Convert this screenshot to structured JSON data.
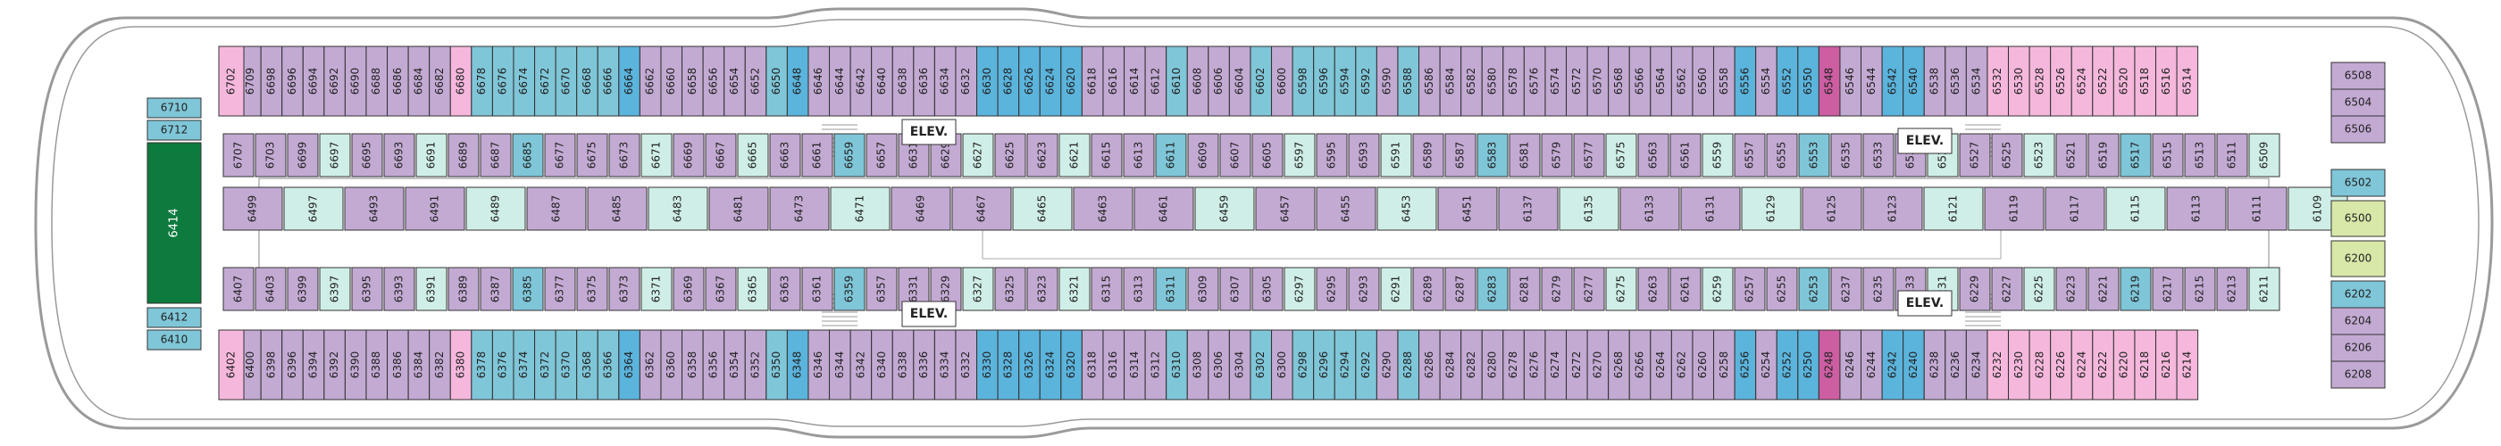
{
  "colors": {
    "pink": "#f5b8dc",
    "lavender": "#c3aad3",
    "lavender_light": "#dccbe3",
    "teal": "#7fc6d8",
    "blue": "#5bb4dc",
    "mint": "#cfeee7",
    "magenta": "#cd5ea2",
    "green_dark": "#0d7a3e",
    "lime": "#d8e8a8",
    "hull": "#9a9a9a"
  },
  "labels": {
    "elev": "ELEV.",
    "suite_code": "6414"
  },
  "fwd_cabins": [
    {
      "n": "6502",
      "c": "teal"
    },
    {
      "n": "6500",
      "c": "lime"
    },
    {
      "n": "6200",
      "c": "lime"
    },
    {
      "n": "6202",
      "c": "teal"
    },
    {
      "n": "6504",
      "c": "lavender"
    },
    {
      "n": "6506",
      "c": "lavender"
    },
    {
      "n": "6204",
      "c": "lavender"
    },
    {
      "n": "6206",
      "c": "lavender"
    },
    {
      "n": "6508",
      "c": "lavender"
    },
    {
      "n": "6208",
      "c": "lavender"
    }
  ],
  "aft_cabins": [
    {
      "n": "6710",
      "c": "teal"
    },
    {
      "n": "6712",
      "c": "teal"
    },
    {
      "n": "6412",
      "c": "teal"
    },
    {
      "n": "6410",
      "c": "teal"
    },
    {
      "n": "6702",
      "c": "pink"
    },
    {
      "n": "6402",
      "c": "pink"
    }
  ],
  "rows": {
    "port_outer": [
      "6702",
      "6709",
      "6698",
      "6696",
      "6694",
      "6692",
      "6690",
      "6688",
      "6686",
      "6684",
      "6682",
      "6680",
      "6678",
      "6676",
      "6674",
      "6672",
      "6670",
      "6668",
      "6666",
      "6664",
      "6662",
      "6660",
      "6658",
      "6656",
      "6654",
      "6652",
      "6650",
      "6648",
      "6646",
      "6644",
      "6642",
      "6640",
      "6638",
      "6636",
      "6634",
      "6632",
      "6630",
      "6628",
      "6626",
      "6624",
      "6620",
      "6618",
      "6616",
      "6614",
      "6612",
      "6610",
      "6608",
      "6606",
      "6604",
      "6602",
      "6600",
      "6598",
      "6596",
      "6594",
      "6592",
      "6590",
      "6588",
      "6586",
      "6584",
      "6582",
      "6580",
      "6578",
      "6576",
      "6574",
      "6572",
      "6570",
      "6568",
      "6566",
      "6564",
      "6562",
      "6560",
      "6558",
      "6556",
      "6554",
      "6552",
      "6550",
      "6548",
      "6546",
      "6544",
      "6542",
      "6540",
      "6538",
      "6536",
      "6534",
      "6532",
      "6530",
      "6528",
      "6526",
      "6524",
      "6522",
      "6520",
      "6518",
      "6516",
      "6514"
    ],
    "port_inner": [
      "6707",
      "6703",
      "6699",
      "6697",
      "6695",
      "6693",
      "6691",
      "6689",
      "6687",
      "6685",
      "6677",
      "6675",
      "6673",
      "6671",
      "6669",
      "6667",
      "6665",
      "6663",
      "6661",
      "6659",
      "6657",
      "6631",
      "6629",
      "6627",
      "6625",
      "6623",
      "6621",
      "6615",
      "6613",
      "6611",
      "6609",
      "6607",
      "6605",
      "6597",
      "6595",
      "6593",
      "6591",
      "6589",
      "6587",
      "6583",
      "6581",
      "6579",
      "6577",
      "6575",
      "6563",
      "6561",
      "6559",
      "6557",
      "6555",
      "6553",
      "6535",
      "6533",
      "6531",
      "6529",
      "6527",
      "6525",
      "6523",
      "6521",
      "6519",
      "6517",
      "6515",
      "6513",
      "6511",
      "6509"
    ],
    "port_inner_b": [
      "6499",
      "6497",
      "6493",
      "6491",
      "6489",
      "6487",
      "6485",
      "6483",
      "6481",
      "6473",
      "6471",
      "6469",
      "6467",
      "6465",
      "6463",
      "6461",
      "6459",
      "6457",
      "6455",
      "6453",
      "6451",
      "6137",
      "6135",
      "6133",
      "6131",
      "6129",
      "6125",
      "6123",
      "6121",
      "6119",
      "6117",
      "6115",
      "6113",
      "6111",
      "6109"
    ],
    "stbd_inner_b": [
      "6407",
      "6403",
      "6399",
      "6397",
      "6395",
      "6393",
      "6391",
      "6389",
      "6387",
      "6385",
      "6377",
      "6375",
      "6373",
      "6371",
      "6369",
      "6367",
      "6365",
      "6363",
      "6361",
      "6359",
      "6357",
      "6331",
      "6329",
      "6327",
      "6325",
      "6323",
      "6321",
      "6315",
      "6313",
      "6311",
      "6309",
      "6307",
      "6305",
      "6297",
      "6295",
      "6293",
      "6291",
      "6289",
      "6287",
      "6283",
      "6281",
      "6279",
      "6277",
      "6275",
      "6263",
      "6261",
      "6259",
      "6257",
      "6255",
      "6253",
      "6237",
      "6235",
      "6233",
      "6231",
      "6229",
      "6227",
      "6225",
      "6223",
      "6221",
      "6219",
      "6217",
      "6215",
      "6213",
      "6211"
    ],
    "stbd_outer": [
      "6402",
      "6400",
      "6398",
      "6396",
      "6394",
      "6392",
      "6390",
      "6388",
      "6386",
      "6384",
      "6382",
      "6380",
      "6378",
      "6376",
      "6374",
      "6372",
      "6370",
      "6368",
      "6366",
      "6364",
      "6362",
      "6360",
      "6358",
      "6356",
      "6354",
      "6352",
      "6350",
      "6348",
      "6346",
      "6344",
      "6342",
      "6340",
      "6338",
      "6336",
      "6334",
      "6332",
      "6330",
      "6328",
      "6326",
      "6324",
      "6320",
      "6318",
      "6316",
      "6314",
      "6312",
      "6310",
      "6308",
      "6306",
      "6304",
      "6302",
      "6300",
      "6298",
      "6296",
      "6294",
      "6292",
      "6290",
      "6288",
      "6286",
      "6284",
      "6282",
      "6280",
      "6278",
      "6276",
      "6274",
      "6272",
      "6270",
      "6268",
      "6266",
      "6264",
      "6262",
      "6260",
      "6258",
      "6256",
      "6254",
      "6252",
      "6250",
      "6248",
      "6246",
      "6244",
      "6242",
      "6240",
      "6238",
      "6236",
      "6234",
      "6232",
      "6230",
      "6228",
      "6226",
      "6224",
      "6222",
      "6220",
      "6218",
      "6216",
      "6214"
    ]
  },
  "color_cycle_outer": [
    "pink",
    "lavender",
    "lavender",
    "lavender",
    "lavender",
    "lavender",
    "lavender",
    "lavender",
    "lavender",
    "lavender",
    "lavender",
    "pink",
    "teal",
    "teal",
    "teal",
    "teal",
    "teal",
    "teal",
    "teal",
    "blue",
    "lavender",
    "lavender",
    "lavender",
    "lavender",
    "lavender",
    "lavender",
    "teal",
    "blue",
    "lavender",
    "lavender",
    "lavender",
    "lavender",
    "lavender",
    "lavender",
    "lavender",
    "lavender",
    "blue",
    "blue",
    "blue",
    "blue",
    "blue",
    "lavender",
    "lavender",
    "lavender",
    "lavender",
    "teal",
    "lavender",
    "lavender",
    "lavender",
    "teal",
    "lavender",
    "teal",
    "teal",
    "teal",
    "teal",
    "lavender",
    "teal",
    "lavender",
    "lavender",
    "lavender",
    "lavender",
    "lavender",
    "lavender",
    "lavender",
    "lavender",
    "lavender",
    "lavender",
    "lavender",
    "lavender",
    "lavender",
    "lavender",
    "lavender",
    "blue",
    "lavender",
    "blue",
    "blue",
    "magenta",
    "lavender",
    "lavender",
    "blue",
    "blue",
    "lavender",
    "lavender",
    "lavender",
    "pink",
    "pink",
    "pink",
    "pink",
    "pink",
    "pink",
    "pink",
    "pink",
    "pink",
    "pink"
  ]
}
